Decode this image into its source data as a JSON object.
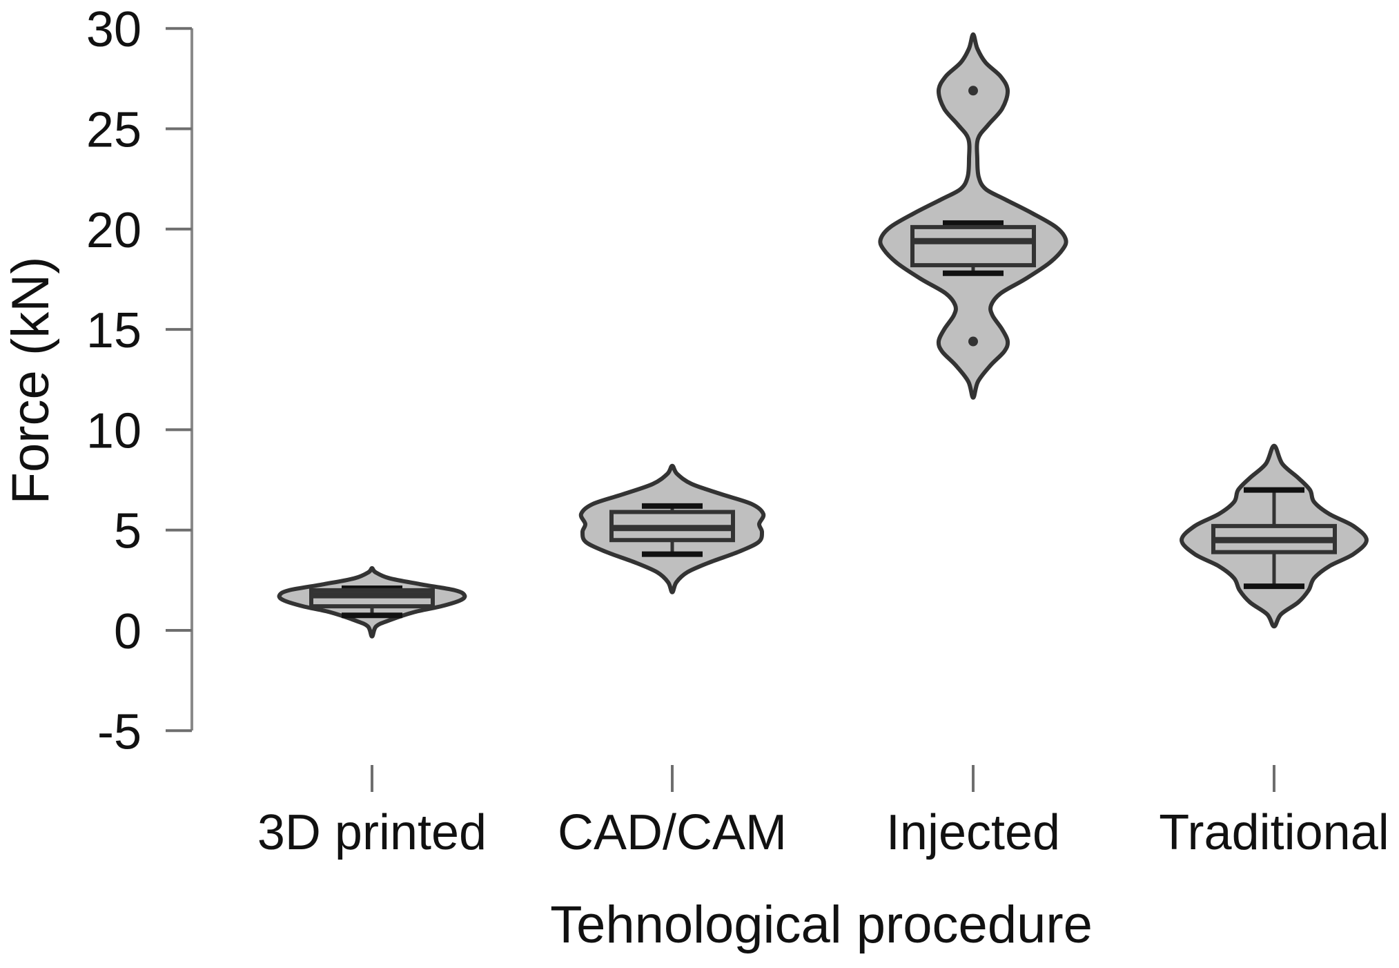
{
  "chart_data": {
    "type": "violin",
    "title": "",
    "xlabel": "Tehnological procedure",
    "ylabel": "Force (kN)",
    "ylim": [
      -5,
      30
    ],
    "yticks": [
      30,
      25,
      20,
      15,
      10,
      5,
      0,
      -5
    ],
    "grid": false,
    "legend": null,
    "categories": [
      "3D printed",
      "CAD/CAM",
      "Injected",
      "Traditional"
    ],
    "colors": {
      "violin_fill": "#bfbfbf",
      "outline": "#333333",
      "cap": "#111111"
    },
    "series": [
      {
        "name": "3D printed",
        "box": {
          "whisker_low": 0.75,
          "q1": 1.2,
          "median": 1.75,
          "q3": 2.0,
          "whisker_high": 2.1
        },
        "outliers": [],
        "violin_range": [
          -0.3,
          3.1
        ],
        "density_profile": [
          [
            -0.3,
            0
          ],
          [
            0.2,
            6
          ],
          [
            0.5,
            25
          ],
          [
            0.9,
            60
          ],
          [
            1.2,
            100
          ],
          [
            1.5,
            128
          ],
          [
            1.75,
            134
          ],
          [
            2.0,
            120
          ],
          [
            2.3,
            70
          ],
          [
            2.6,
            25
          ],
          [
            2.9,
            5
          ],
          [
            3.1,
            0
          ]
        ]
      },
      {
        "name": "CAD/CAM",
        "box": {
          "whisker_low": 3.8,
          "q1": 4.5,
          "median": 5.1,
          "q3": 5.9,
          "whisker_high": 6.2
        },
        "outliers": [],
        "violin_range": [
          1.9,
          8.2
        ],
        "density_profile": [
          [
            1.9,
            0
          ],
          [
            2.4,
            6
          ],
          [
            2.9,
            22
          ],
          [
            3.4,
            55
          ],
          [
            3.9,
            95
          ],
          [
            4.4,
            125
          ],
          [
            4.9,
            130
          ],
          [
            5.3,
            126
          ],
          [
            5.8,
            132
          ],
          [
            6.3,
            115
          ],
          [
            6.8,
            70
          ],
          [
            7.3,
            28
          ],
          [
            7.8,
            7
          ],
          [
            8.2,
            0
          ]
        ]
      },
      {
        "name": "Injected",
        "box": {
          "whisker_low": 17.8,
          "q1": 18.2,
          "median": 19.4,
          "q3": 20.1,
          "whisker_high": 20.3
        },
        "outliers": [
          14.4,
          26.9
        ],
        "violin_range": [
          11.6,
          29.7
        ],
        "density_profile": [
          [
            11.6,
            0
          ],
          [
            12.4,
            7
          ],
          [
            13.2,
            25
          ],
          [
            13.9,
            45
          ],
          [
            14.4,
            50
          ],
          [
            15.0,
            42
          ],
          [
            15.7,
            28
          ],
          [
            16.2,
            26
          ],
          [
            16.8,
            40
          ],
          [
            17.5,
            75
          ],
          [
            18.3,
            110
          ],
          [
            19.0,
            130
          ],
          [
            19.5,
            134
          ],
          [
            20.1,
            120
          ],
          [
            20.8,
            85
          ],
          [
            21.5,
            45
          ],
          [
            22.0,
            18
          ],
          [
            22.6,
            8
          ],
          [
            23.5,
            6
          ],
          [
            24.5,
            7
          ],
          [
            25.2,
            22
          ],
          [
            26.0,
            42
          ],
          [
            26.9,
            50
          ],
          [
            27.6,
            40
          ],
          [
            28.3,
            18
          ],
          [
            29.0,
            6
          ],
          [
            29.7,
            0
          ]
        ]
      },
      {
        "name": "Traditional",
        "box": {
          "whisker_low": 2.2,
          "q1": 3.9,
          "median": 4.5,
          "q3": 5.2,
          "whisker_high": 7.0
        },
        "outliers": [],
        "violin_range": [
          0.2,
          9.2
        ],
        "density_profile": [
          [
            0.2,
            0
          ],
          [
            0.8,
            10
          ],
          [
            1.4,
            35
          ],
          [
            2.0,
            50
          ],
          [
            2.6,
            58
          ],
          [
            3.2,
            80
          ],
          [
            3.8,
            115
          ],
          [
            4.5,
            134
          ],
          [
            5.2,
            115
          ],
          [
            5.8,
            80
          ],
          [
            6.4,
            58
          ],
          [
            7.0,
            52
          ],
          [
            7.6,
            35
          ],
          [
            8.3,
            12
          ],
          [
            9.2,
            0
          ]
        ]
      }
    ]
  },
  "axes": {
    "y_title": "Force (kN)",
    "x_title": "Tehnological procedure",
    "y_tick_labels": [
      "30",
      "25",
      "20",
      "15",
      "10",
      "5",
      "0",
      "-5"
    ],
    "x_tick_labels": [
      "3D printed",
      "CAD/CAM",
      "Injected",
      "Traditional"
    ]
  }
}
